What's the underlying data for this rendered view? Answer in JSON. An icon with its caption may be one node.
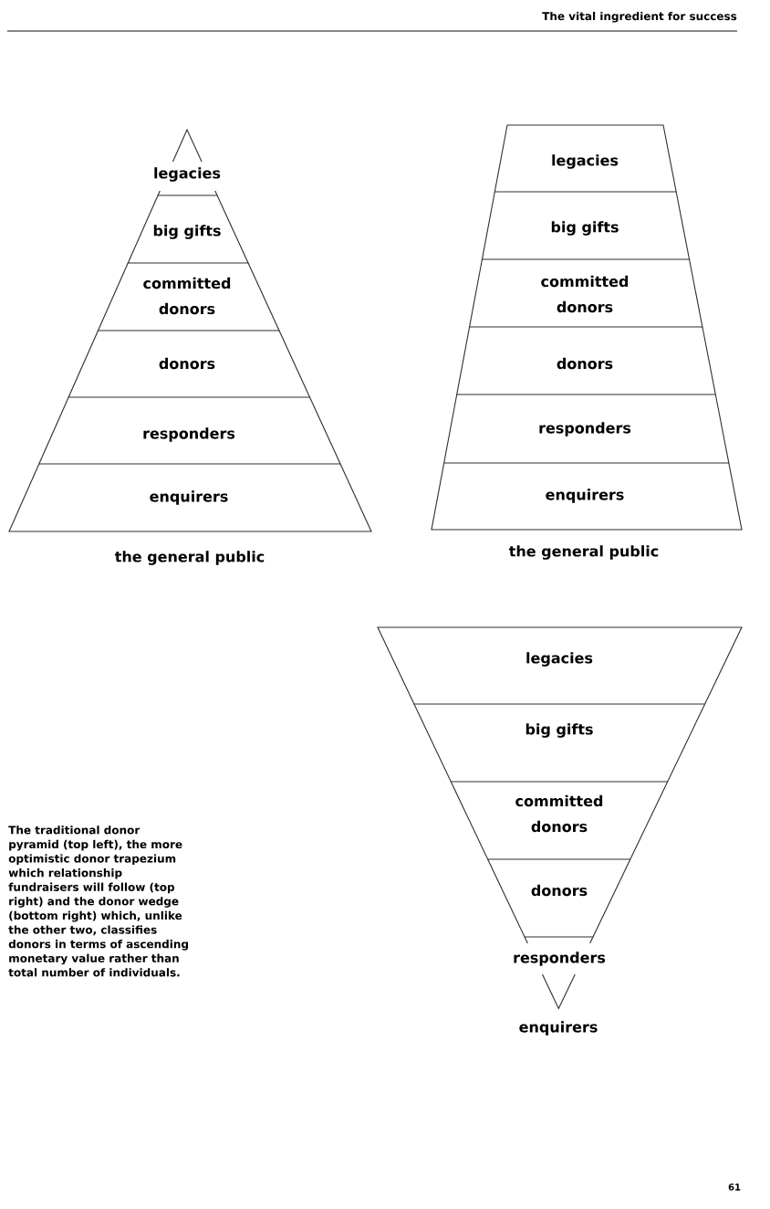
{
  "diagram": {
    "caption": "The traditional donor pyramid (top left), the more optimistic donor trapezium which relationship fundraisers will follow (top right) and the donor wedge (bottom right) which, unlike the other two, classifies donors in terms of ascending monetary value rather than total number of individuals.",
    "nodes": [
      {
        "text": [
          "legacies"
        ]
      },
      {
        "text": [
          "big gifts"
        ]
      },
      {
        "text": [
          "committed donors"
        ]
      },
      {
        "text": [
          "donors"
        ]
      },
      {
        "text": [
          "responders"
        ]
      },
      {
        "text": [
          "enquirers"
        ]
      },
      {
        "text": [
          "legacies"
        ]
      },
      {
        "text": [
          "big gifts"
        ]
      },
      {
        "text": [
          "committed donors"
        ]
      },
      {
        "text": [
          "donors"
        ]
      },
      {
        "text": [
          "responders"
        ]
      },
      {
        "text": [
          "enquirers"
        ]
      },
      {
        "text": [
          "legacies"
        ]
      },
      {
        "text": [
          "big gifts"
        ]
      },
      {
        "text": [
          "committed donors"
        ]
      },
      {
        "text": [
          "donors"
        ]
      },
      {
        "text": [
          "responders"
        ]
      },
      {
        "text": [
          "enquirers"
        ]
      }
    ],
    "labels": [
      "The vital ingredient for success",
      "the general public",
      "the general public",
      "61"
    ]
  }
}
